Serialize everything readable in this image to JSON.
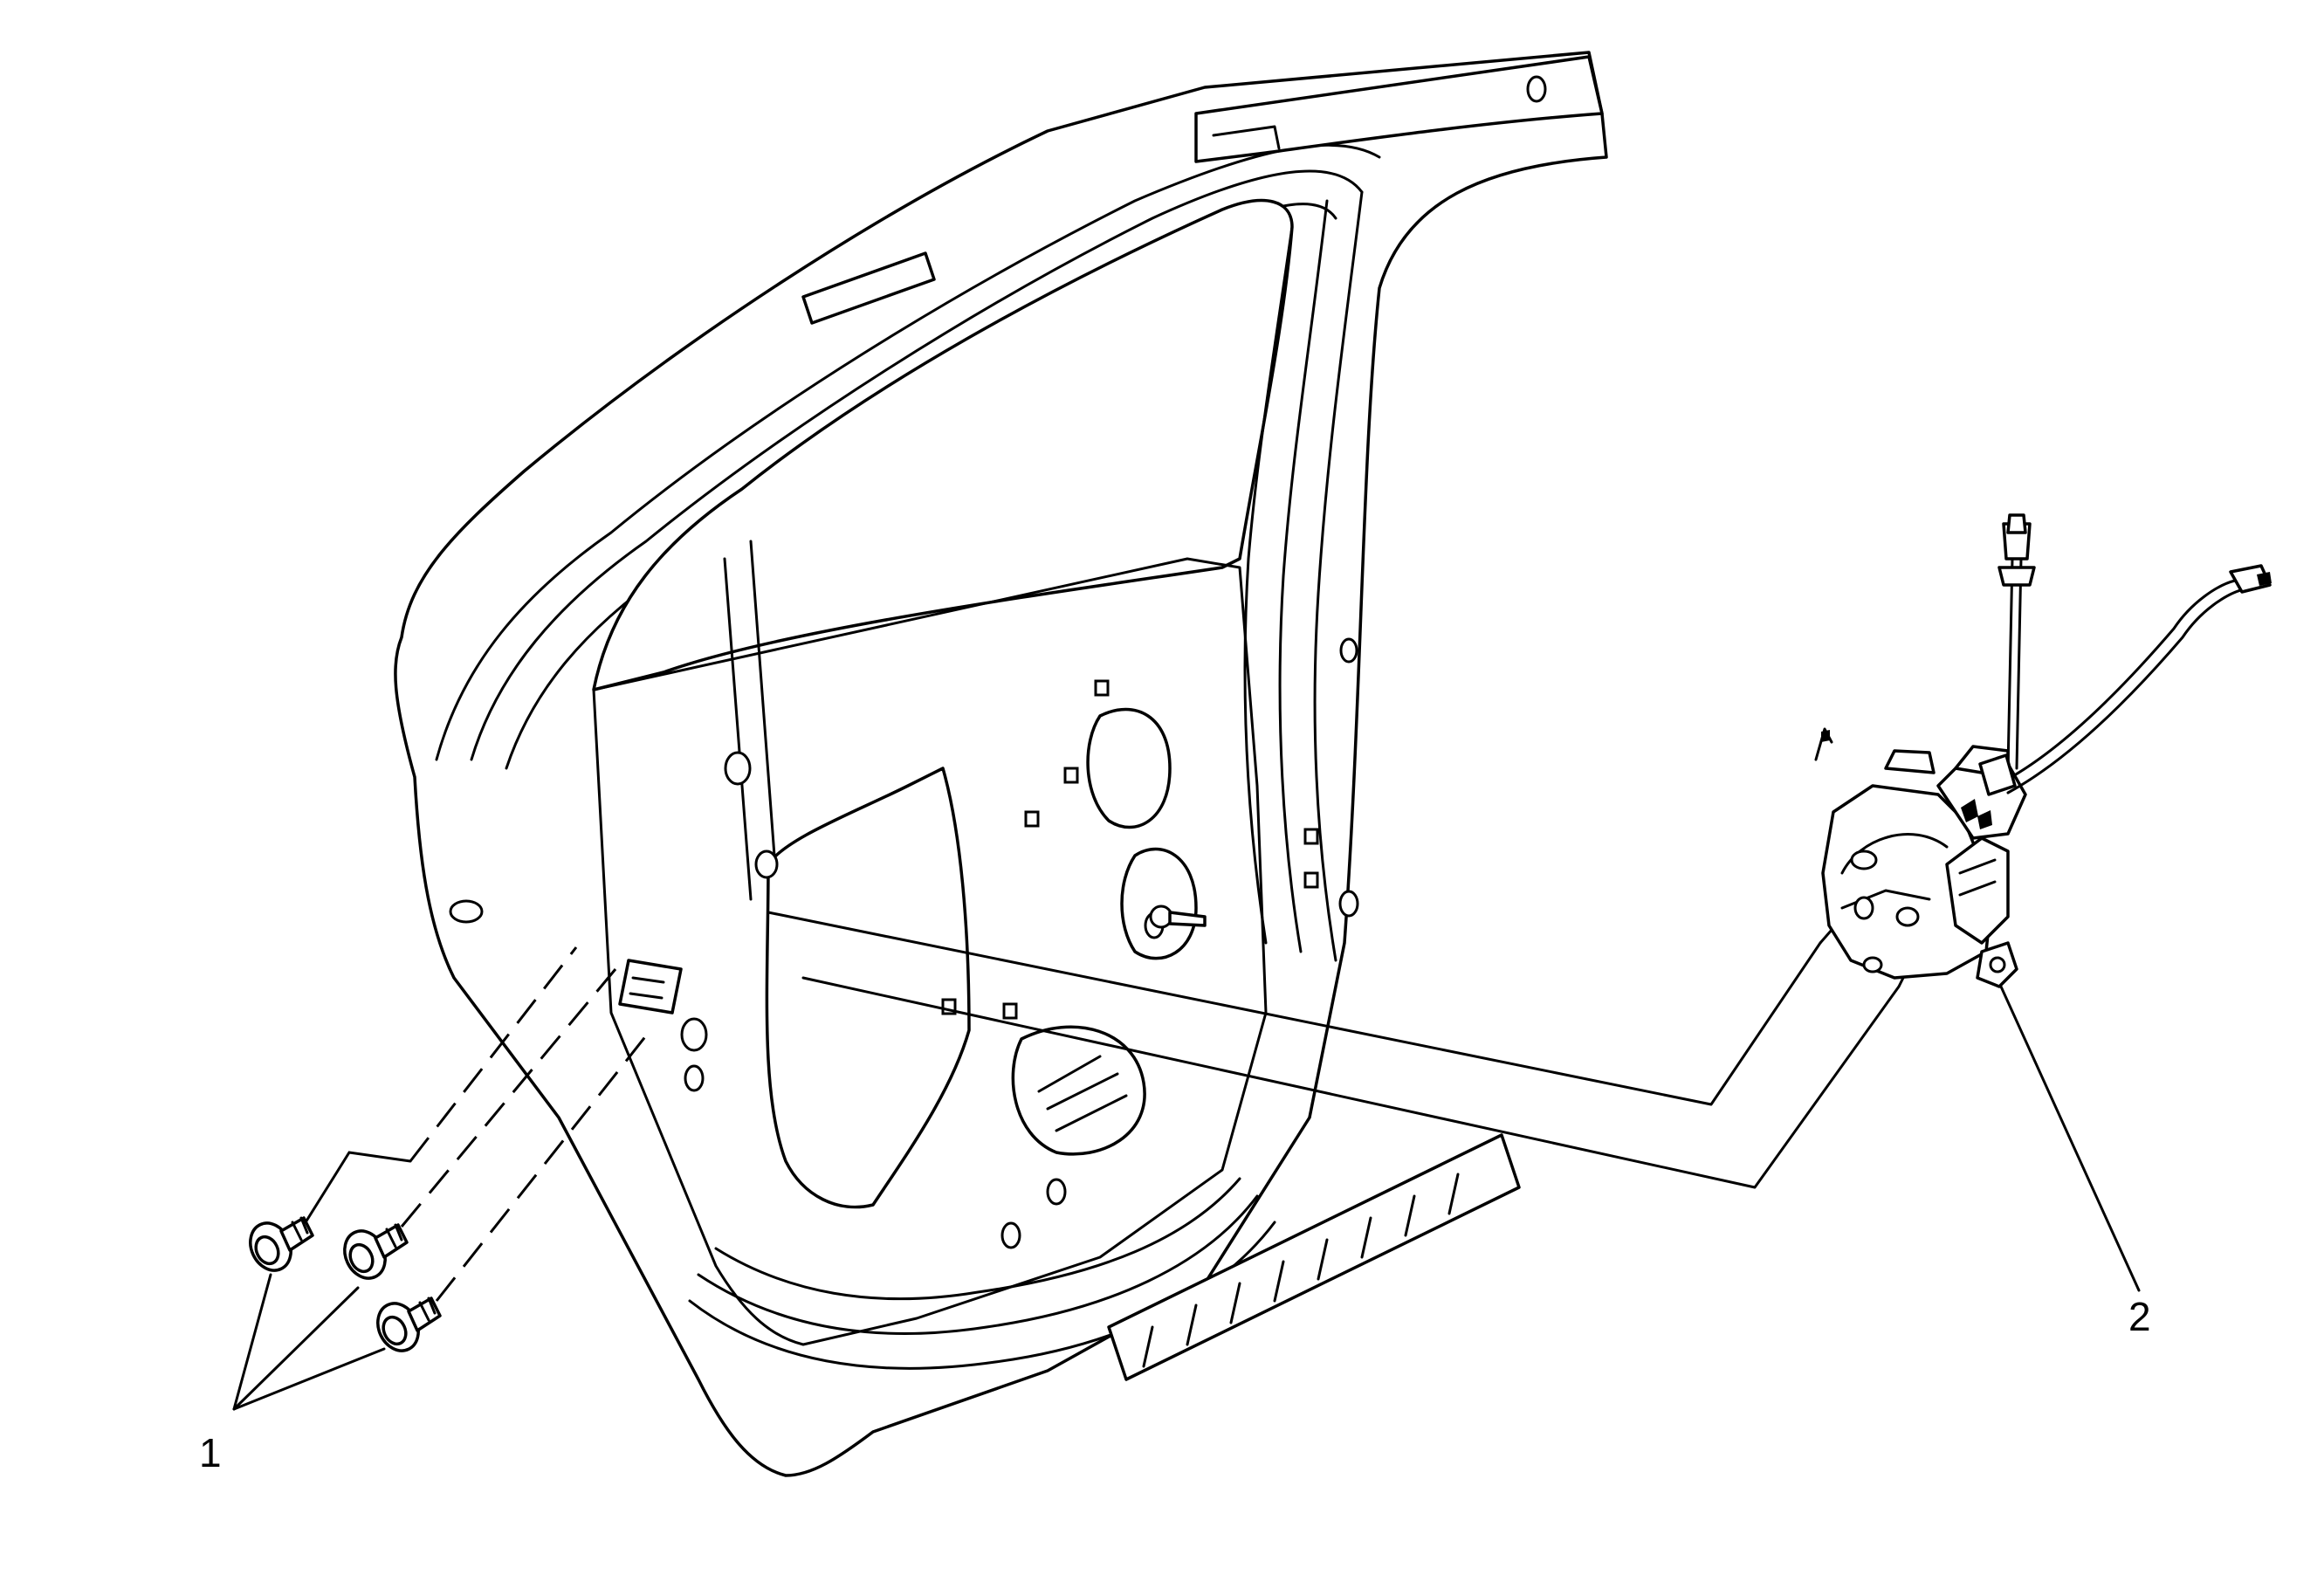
{
  "diagram": {
    "callouts": [
      {
        "number": "1",
        "part": "bolts"
      },
      {
        "number": "2",
        "part": "door-lock-latch"
      }
    ]
  }
}
